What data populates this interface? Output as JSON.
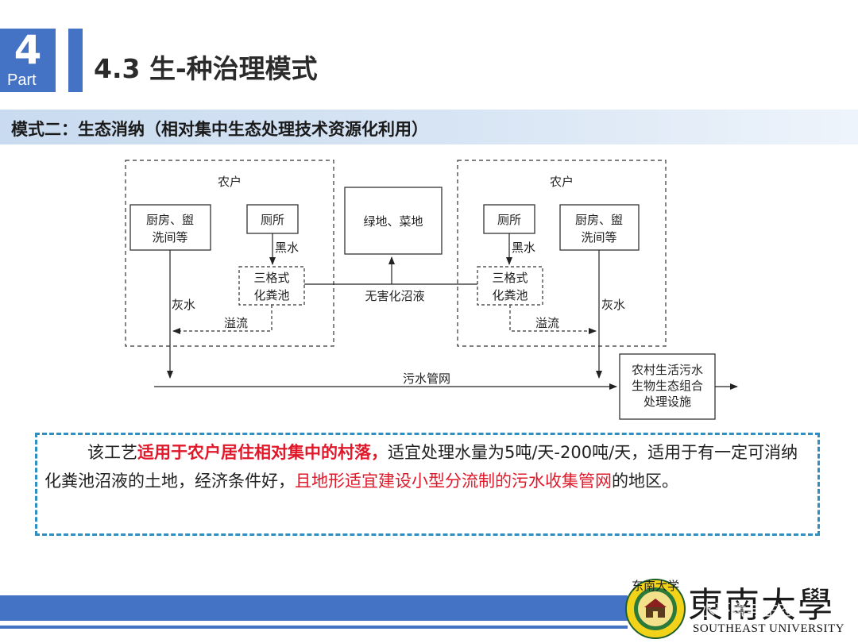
{
  "header": {
    "part_number": "4",
    "part_label": "Part",
    "section_title": "4.3 生-种治理模式"
  },
  "subtitle": "模式二：生态消纳（相对集中生态处理技术资源化利用）",
  "diagram": {
    "left_household": {
      "title": "农户",
      "kitchen_line1": "厨房、盥",
      "kitchen_line2": "洗间等",
      "toilet": "厕所",
      "black_water": "黑水",
      "septic_line1": "三格式",
      "septic_line2": "化粪池",
      "grey_water": "灰水",
      "overflow": "溢流"
    },
    "right_household": {
      "title": "农户",
      "kitchen_line1": "厨房、盥",
      "kitchen_line2": "洗间等",
      "toilet": "厕所",
      "black_water": "黑水",
      "septic_line1": "三格式",
      "septic_line2": "化粪池",
      "grey_water": "灰水",
      "overflow": "溢流"
    },
    "green_land": "绿地、菜地",
    "harmless_liquid": "无害化沼液",
    "sewer_network": "污水管网",
    "facility_line1": "农村生活污水",
    "facility_line2": "生物生态组合",
    "facility_line3": "处理设施"
  },
  "description": {
    "part1": "该工艺",
    "part2_red": "适用于农户居住相对集中的村落，",
    "part3": "适宜处理水量为5吨/天-200吨/天，适用于有一定可消纳化粪池沼液的土地，经济条件好，",
    "part4_red": "且地形适宜建设小型分流制的污水收集管网",
    "part5": "的地区。"
  },
  "footer": {
    "seal_text": "东南大学",
    "calligraphy": "東南大學",
    "watermark": "水环境与生态",
    "university": "SOUTHEAST UNIVERSITY"
  },
  "colors": {
    "accent_blue": "#4472c4",
    "dashed_border": "#2f8fc0",
    "highlight_red": "#e0182a"
  }
}
